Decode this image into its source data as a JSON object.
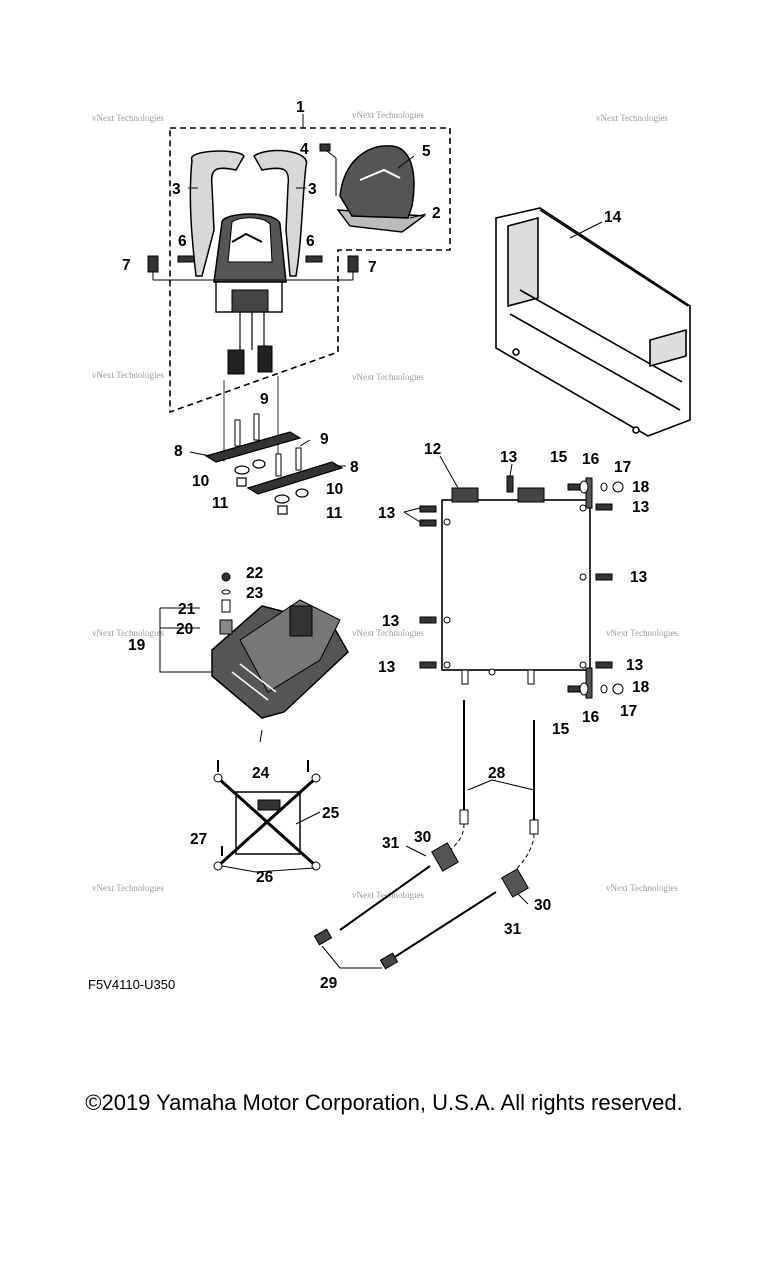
{
  "diagram": {
    "callouts": {
      "c1": "1",
      "c2": "2",
      "c3a": "3",
      "c3b": "3",
      "c4": "4",
      "c5": "5",
      "c6a": "6",
      "c6b": "6",
      "c7a": "7",
      "c7b": "7",
      "c8a": "8",
      "c8b": "8",
      "c9a": "9",
      "c9b": "9",
      "c10a": "10",
      "c10b": "10",
      "c11a": "11",
      "c11b": "11",
      "c12": "12",
      "c13a": "13",
      "c13b": "13",
      "c13c": "13",
      "c13d": "13",
      "c13e": "13",
      "c13f": "13",
      "c13g": "13",
      "c14": "14",
      "c15a": "15",
      "c15b": "15",
      "c16a": "16",
      "c16b": "16",
      "c17a": "17",
      "c17b": "17",
      "c18a": "18",
      "c18b": "18",
      "c19": "19",
      "c20": "20",
      "c21": "21",
      "c22": "22",
      "c23": "23",
      "c24": "24",
      "c25": "25",
      "c26": "26",
      "c27": "27",
      "c28": "28",
      "c29": "29",
      "c30a": "30",
      "c30b": "30",
      "c31a": "31",
      "c31b": "31"
    },
    "watermark": "vNext Technologies",
    "diagram_code": "F5V4110-U350"
  },
  "footer": {
    "copyright": "©2019 Yamaha Motor Corporation, U.S.A. All rights reserved."
  }
}
